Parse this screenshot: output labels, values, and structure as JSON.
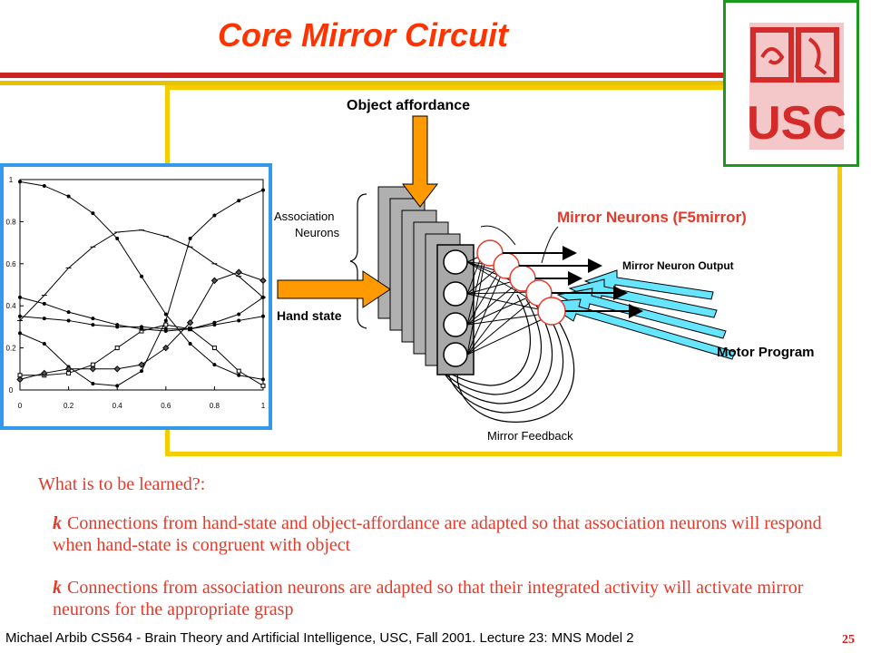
{
  "slide": {
    "title": "Core Mirror Circuit",
    "page_number": "25",
    "footer": "Michael Arbib CS564 - Brain Theory and Artificial Intelligence,  USC, Fall 2001. Lecture 23: MNS Model 2",
    "logo_text": "USC"
  },
  "diagram": {
    "object_affordance": "Object affordance",
    "association_line1": "Association",
    "association_line2": "Neurons",
    "hand_state": "Hand state",
    "mirror_neurons": "Mirror Neurons (F5mirror)",
    "mirror_output": "Mirror Neuron Output",
    "motor_program": "Motor Program",
    "mirror_feedback": "Mirror Feedback"
  },
  "text": {
    "question": "What is to be learned?:",
    "bullet_mark": "k",
    "bullets": [
      "Connections from hand-state and object-affordance are adapted so that association neurons will respond when hand-state is congruent with object",
      "Connections from association neurons are adapted so that their integrated activity will activate mirror neurons for the appropriate grasp"
    ]
  },
  "colors": {
    "title": "#ff3300",
    "accent_red": "#e53a2a",
    "frame_yellow": "#f5cc00",
    "chart_border": "#3399ee",
    "logo_border": "#1a9a1a",
    "arrow_orange": "#ff9900",
    "arrow_cyan": "#66e5ff"
  },
  "chart_data": {
    "type": "line",
    "xlim": [
      0,
      1
    ],
    "ylim": [
      0,
      1
    ],
    "x_ticks": [
      "0",
      "0.2",
      "0.4",
      "0.6",
      "0.8",
      "1"
    ],
    "y_ticks": [
      "0",
      "0.2",
      "0.4",
      "0.6",
      "0.8",
      "1"
    ],
    "x": [
      0,
      0.1,
      0.2,
      0.3,
      0.4,
      0.5,
      0.6,
      0.7,
      0.8,
      0.9,
      1.0
    ],
    "series": [
      {
        "marker": "circle",
        "values": [
          0.99,
          0.97,
          0.92,
          0.84,
          0.72,
          0.54,
          0.36,
          0.22,
          0.12,
          0.07,
          0.05
        ]
      },
      {
        "marker": "circle",
        "values": [
          0.27,
          0.22,
          0.11,
          0.03,
          0.02,
          0.09,
          0.33,
          0.72,
          0.83,
          0.9,
          0.95
        ]
      },
      {
        "marker": "plus",
        "values": [
          0.33,
          0.45,
          0.58,
          0.68,
          0.75,
          0.76,
          0.73,
          0.68,
          0.6,
          0.54,
          0.44
        ]
      },
      {
        "marker": "square",
        "values": [
          0.07,
          0.07,
          0.08,
          0.12,
          0.2,
          0.28,
          0.31,
          0.29,
          0.2,
          0.09,
          0.02
        ]
      },
      {
        "marker": "circle",
        "values": [
          0.35,
          0.34,
          0.33,
          0.31,
          0.3,
          0.3,
          0.29,
          0.29,
          0.31,
          0.33,
          0.35
        ]
      },
      {
        "marker": "circle",
        "values": [
          0.44,
          0.41,
          0.37,
          0.34,
          0.31,
          0.29,
          0.28,
          0.29,
          0.32,
          0.36,
          0.44
        ]
      },
      {
        "marker": "diamond",
        "values": [
          0.05,
          0.08,
          0.1,
          0.1,
          0.1,
          0.12,
          0.2,
          0.32,
          0.52,
          0.56,
          0.52
        ]
      }
    ]
  }
}
